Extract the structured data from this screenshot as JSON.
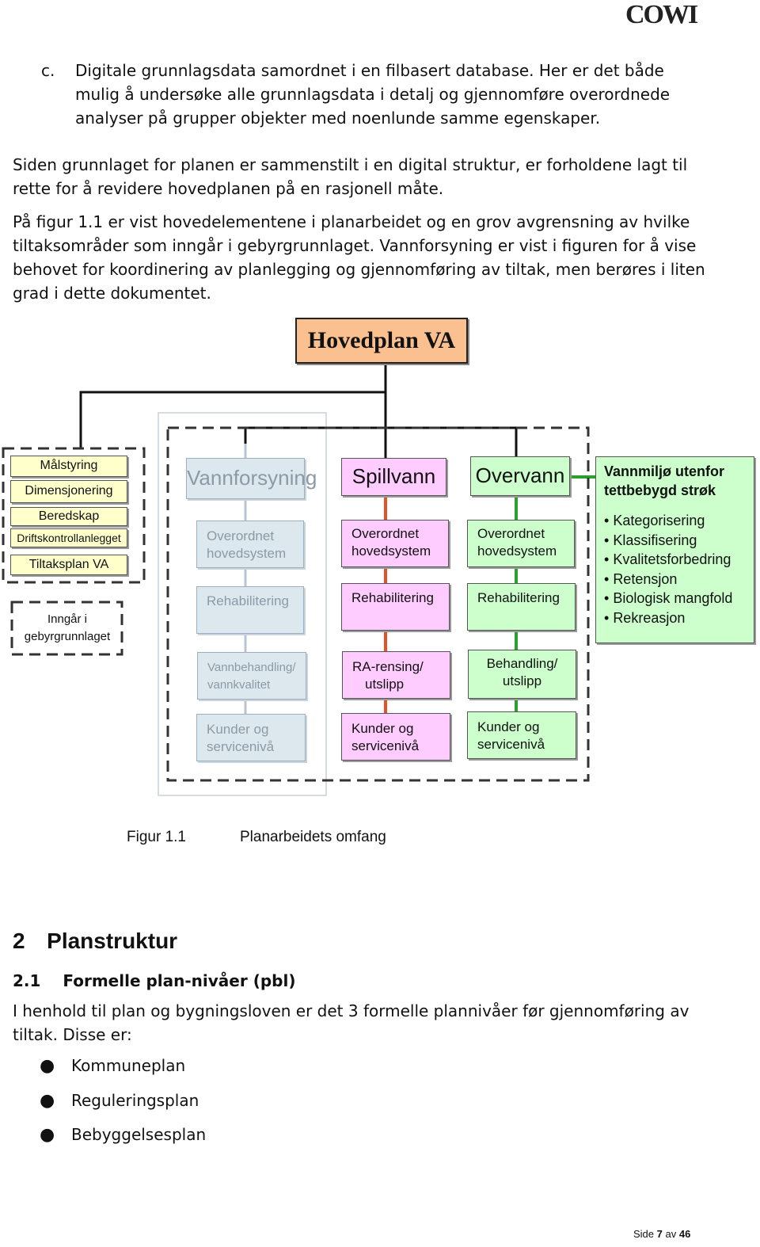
{
  "header": {
    "logo_text": "COWI"
  },
  "list_item_c": {
    "marker": "c.",
    "lines": [
      "Digitale grunnlagsdata samordnet i en filbasert database. Her er det både",
      "mulig å undersøke alle grunnlagsdata i detalj og gjennomføre overordnede",
      "analyser på grupper objekter med noenlunde samme egenskaper."
    ]
  },
  "paragraph1": {
    "lines": [
      "Siden grunnlaget for planen er sammenstilt i en digital struktur, er forholdene lagt til",
      "rette for å revidere hovedplanen på en rasjonell måte."
    ]
  },
  "paragraph2": {
    "lines": [
      "På figur 1.1 er vist hovedelementene i planarbeidet og en grov avgrensning av hvilke",
      "tiltaksområder som inngår i gebyrgrunnlaget. Vannforsyning er vist i figuren for å vise",
      "behovet for koordinering av planlegging og gjennomføring av tiltak, men berøres i liten",
      "grad i dette dokumentet."
    ]
  },
  "diagram": {
    "root": "Hovedplan VA",
    "left_items": [
      "Målstyring",
      "Dimensjonering",
      "Beredskap",
      "Driftskontrollanlegget",
      "Tiltaksplan VA"
    ],
    "legend": {
      "line1": "Inngår i",
      "line2": "gebyrgrunnlaget"
    },
    "vannforsyning": {
      "title": "Vannforsyning",
      "b1_l1": "Overordnet",
      "b1_l2": "hovedsystem",
      "b2": "Rehabilitering",
      "b3_l1": "Vannbehandling/",
      "b3_l2": "vannkvalitet",
      "b4_l1": "Kunder og",
      "b4_l2": "servicenivå"
    },
    "spillvann": {
      "title": "Spillvann",
      "b1_l1": "Overordnet",
      "b1_l2": "hovedsystem",
      "b2": "Rehabilitering",
      "b3_l1": "RA-rensing/",
      "b3_l2": "utslipp",
      "b4_l1": "Kunder og",
      "b4_l2": "servicenivå"
    },
    "overvann": {
      "title": "Overvann",
      "b1_l1": "Overordnet",
      "b1_l2": "hovedsystem",
      "b2": "Rehabilitering",
      "b3_l1": "Behandling/",
      "b3_l2": "utslipp",
      "b4_l1": "Kunder og",
      "b4_l2": "servicenivå"
    },
    "vannmiljo": {
      "title_l1": "Vannmiljø utenfor",
      "title_l2": "tettbebygd strøk",
      "items": [
        "Kategorisering",
        "Klassifisering",
        "Kvalitetsforbedring",
        "Retensjon",
        "Biologisk mangfold",
        "Rekreasjon"
      ]
    },
    "colors": {
      "spillvann_line": "#e8502a",
      "overvann_line": "#2ca02c",
      "vannforsyning_line": "#b8c4d0"
    }
  },
  "figure_caption": {
    "label": "Figur 1.1",
    "text": "Planarbeidets omfang"
  },
  "section2": {
    "number": "2",
    "title": "Planstruktur"
  },
  "section2_1": {
    "number": "2.1",
    "title": "Formelle plan-nivåer (pbl)"
  },
  "paragraph3": {
    "lines": [
      "I henhold til plan og bygningsloven er det 3 formelle plannivåer før gjennomføring av",
      "tiltak. Disse er:"
    ]
  },
  "plan_levels": [
    "Kommuneplan",
    "Reguleringsplan",
    "Bebyggelsesplan"
  ],
  "footer": {
    "prefix": "Side",
    "page": "7",
    "middle": "av",
    "total": "46"
  }
}
